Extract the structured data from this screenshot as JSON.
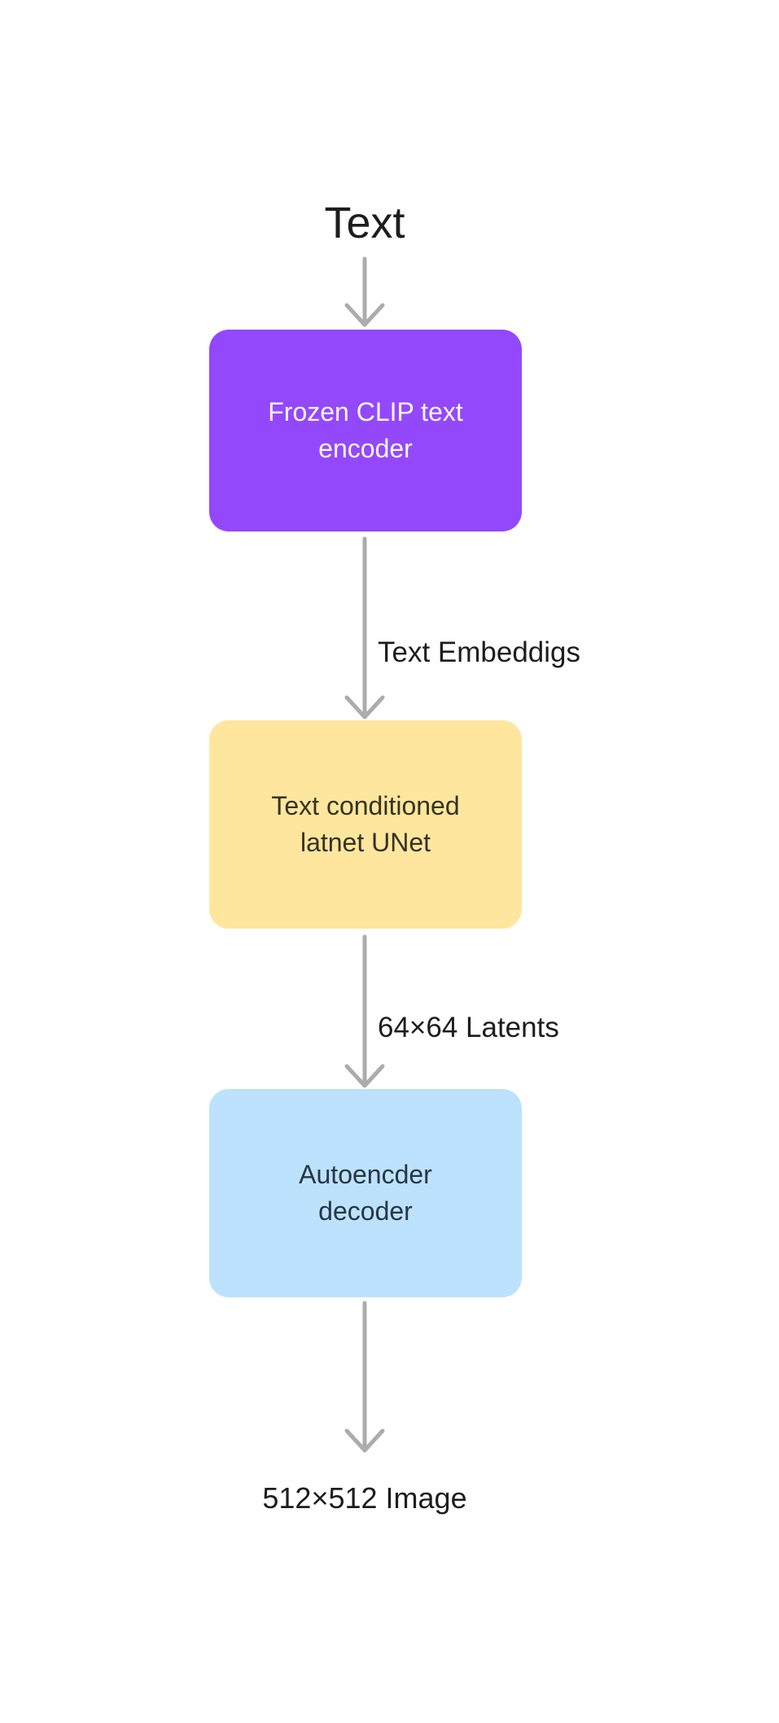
{
  "diagram": {
    "background": "#FFFFFF",
    "arrow_color": "#ACACAC",
    "text_color": "#1D1D1D",
    "input_label": "Text",
    "nodes": [
      {
        "name": "frozen-clip-text-encoder",
        "line1": "Frozen CLIP text",
        "line2": "encoder",
        "bg": "#9448FB",
        "color": "#FAF8FF"
      },
      {
        "name": "text-conditioned-latent-unet",
        "line1": "Text conditioned",
        "line2": "latnet UNet",
        "bg": "#FFE69E",
        "color": "#35331F"
      },
      {
        "name": "autoencoder-decoder",
        "line1": "Autoencder",
        "line2": "decoder",
        "bg": "#BCE2FD",
        "color": "#263645"
      }
    ],
    "edge_labels": [
      {
        "text": "Text Embeddigs"
      },
      {
        "text": "64×64 Latents"
      }
    ],
    "output_label": "512×512 Image"
  }
}
